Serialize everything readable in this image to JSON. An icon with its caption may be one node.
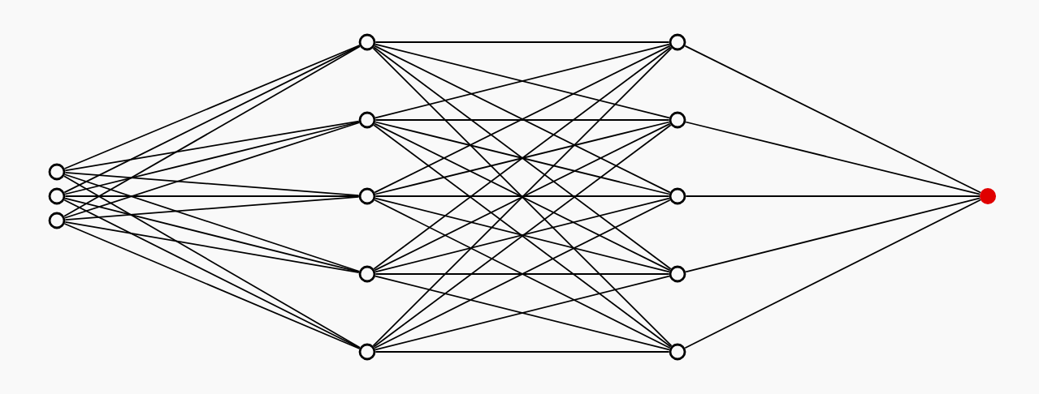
{
  "diagram": {
    "nodes": [
      {
        "text": [],
        "shape": "circle"
      },
      {
        "text": [],
        "shape": "circle"
      },
      {
        "text": [],
        "shape": "circle"
      },
      {
        "text": [],
        "shape": "circle"
      },
      {
        "text": [],
        "shape": "circle"
      },
      {
        "text": [],
        "shape": "circle"
      },
      {
        "text": [],
        "shape": "circle"
      },
      {
        "text": [],
        "shape": "circle"
      },
      {
        "text": [],
        "shape": "circle"
      },
      {
        "text": [],
        "shape": "circle"
      },
      {
        "text": [],
        "shape": "circle"
      },
      {
        "text": [],
        "shape": "circle"
      },
      {
        "text": [],
        "shape": "circle"
      },
      {
        "text": [],
        "shape": "circle"
      }
    ],
    "edges": [
      {
        "from": 0,
        "to": 3,
        "arrow": "none"
      },
      {
        "from": 0,
        "to": 4,
        "arrow": "none"
      },
      {
        "from": 0,
        "to": 5,
        "arrow": "none"
      },
      {
        "from": 0,
        "to": 6,
        "arrow": "none"
      },
      {
        "from": 0,
        "to": 7,
        "arrow": "none"
      },
      {
        "from": 1,
        "to": 3,
        "arrow": "none"
      },
      {
        "from": 1,
        "to": 4,
        "arrow": "none"
      },
      {
        "from": 1,
        "to": 5,
        "arrow": "none"
      },
      {
        "from": 1,
        "to": 6,
        "arrow": "none"
      },
      {
        "from": 1,
        "to": 7,
        "arrow": "none"
      },
      {
        "from": 2,
        "to": 3,
        "arrow": "none"
      },
      {
        "from": 2,
        "to": 4,
        "arrow": "none"
      },
      {
        "from": 2,
        "to": 5,
        "arrow": "none"
      },
      {
        "from": 2,
        "to": 6,
        "arrow": "none"
      },
      {
        "from": 2,
        "to": 7,
        "arrow": "none"
      },
      {
        "from": 3,
        "to": 8,
        "arrow": "none"
      },
      {
        "from": 3,
        "to": 9,
        "arrow": "none"
      },
      {
        "from": 3,
        "to": 10,
        "arrow": "none"
      },
      {
        "from": 3,
        "to": 11,
        "arrow": "none"
      },
      {
        "from": 3,
        "to": 12,
        "arrow": "none"
      },
      {
        "from": 4,
        "to": 8,
        "arrow": "none"
      },
      {
        "from": 4,
        "to": 9,
        "arrow": "none"
      },
      {
        "from": 4,
        "to": 10,
        "arrow": "none"
      },
      {
        "from": 4,
        "to": 11,
        "arrow": "none"
      },
      {
        "from": 4,
        "to": 12,
        "arrow": "none"
      },
      {
        "from": 5,
        "to": 8,
        "arrow": "none"
      },
      {
        "from": 5,
        "to": 9,
        "arrow": "none"
      },
      {
        "from": 5,
        "to": 10,
        "arrow": "none"
      },
      {
        "from": 5,
        "to": 11,
        "arrow": "none"
      },
      {
        "from": 5,
        "to": 12,
        "arrow": "none"
      },
      {
        "from": 6,
        "to": 8,
        "arrow": "none"
      },
      {
        "from": 6,
        "to": 9,
        "arrow": "none"
      },
      {
        "from": 6,
        "to": 10,
        "arrow": "none"
      },
      {
        "from": 6,
        "to": 11,
        "arrow": "none"
      },
      {
        "from": 6,
        "to": 12,
        "arrow": "none"
      },
      {
        "from": 7,
        "to": 8,
        "arrow": "none"
      },
      {
        "from": 7,
        "to": 9,
        "arrow": "none"
      },
      {
        "from": 7,
        "to": 10,
        "arrow": "none"
      },
      {
        "from": 7,
        "to": 11,
        "arrow": "none"
      },
      {
        "from": 7,
        "to": 12,
        "arrow": "none"
      },
      {
        "from": 8,
        "to": 13,
        "arrow": "none"
      },
      {
        "from": 9,
        "to": 13,
        "arrow": "none"
      },
      {
        "from": 10,
        "to": 13,
        "arrow": "none"
      },
      {
        "from": 11,
        "to": 13,
        "arrow": "none"
      },
      {
        "from": 12,
        "to": 13,
        "arrow": "none"
      }
    ]
  }
}
